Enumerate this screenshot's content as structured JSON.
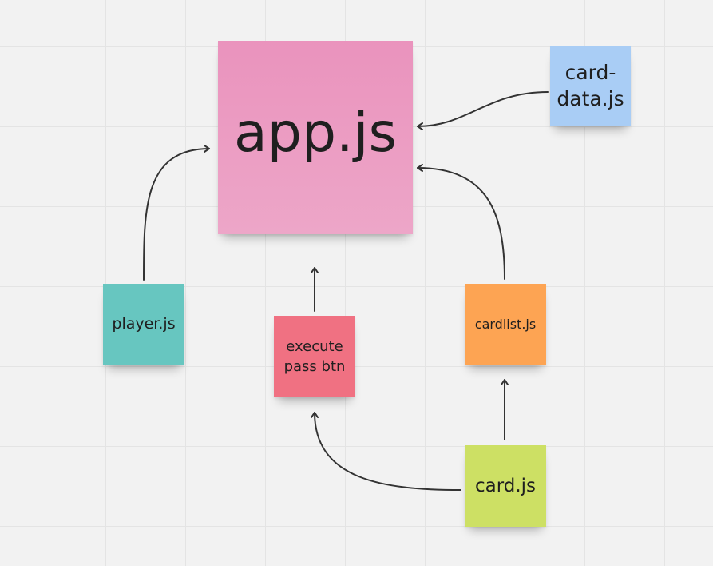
{
  "notes": {
    "app": {
      "label": "app.js",
      "color": "#ea93bd"
    },
    "card_data": {
      "label": "card-\ndata.js",
      "color": "#a9cdf5"
    },
    "player": {
      "label": "player.js",
      "color": "#67c6c0"
    },
    "execute_pass_btn": {
      "label": "execute\npass btn",
      "color": "#f07182"
    },
    "cardlist": {
      "label": "cardlist.js",
      "color": "#fda453"
    },
    "card": {
      "label": "card.js",
      "color": "#cde064"
    }
  },
  "connectors": [
    {
      "from": "card_data",
      "to": "app"
    },
    {
      "from": "player",
      "to": "app"
    },
    {
      "from": "execute_pass_btn",
      "to": "app"
    },
    {
      "from": "cardlist",
      "to": "app"
    },
    {
      "from": "card",
      "to": "cardlist"
    },
    {
      "from": "card",
      "to": "execute_pass_btn"
    }
  ]
}
